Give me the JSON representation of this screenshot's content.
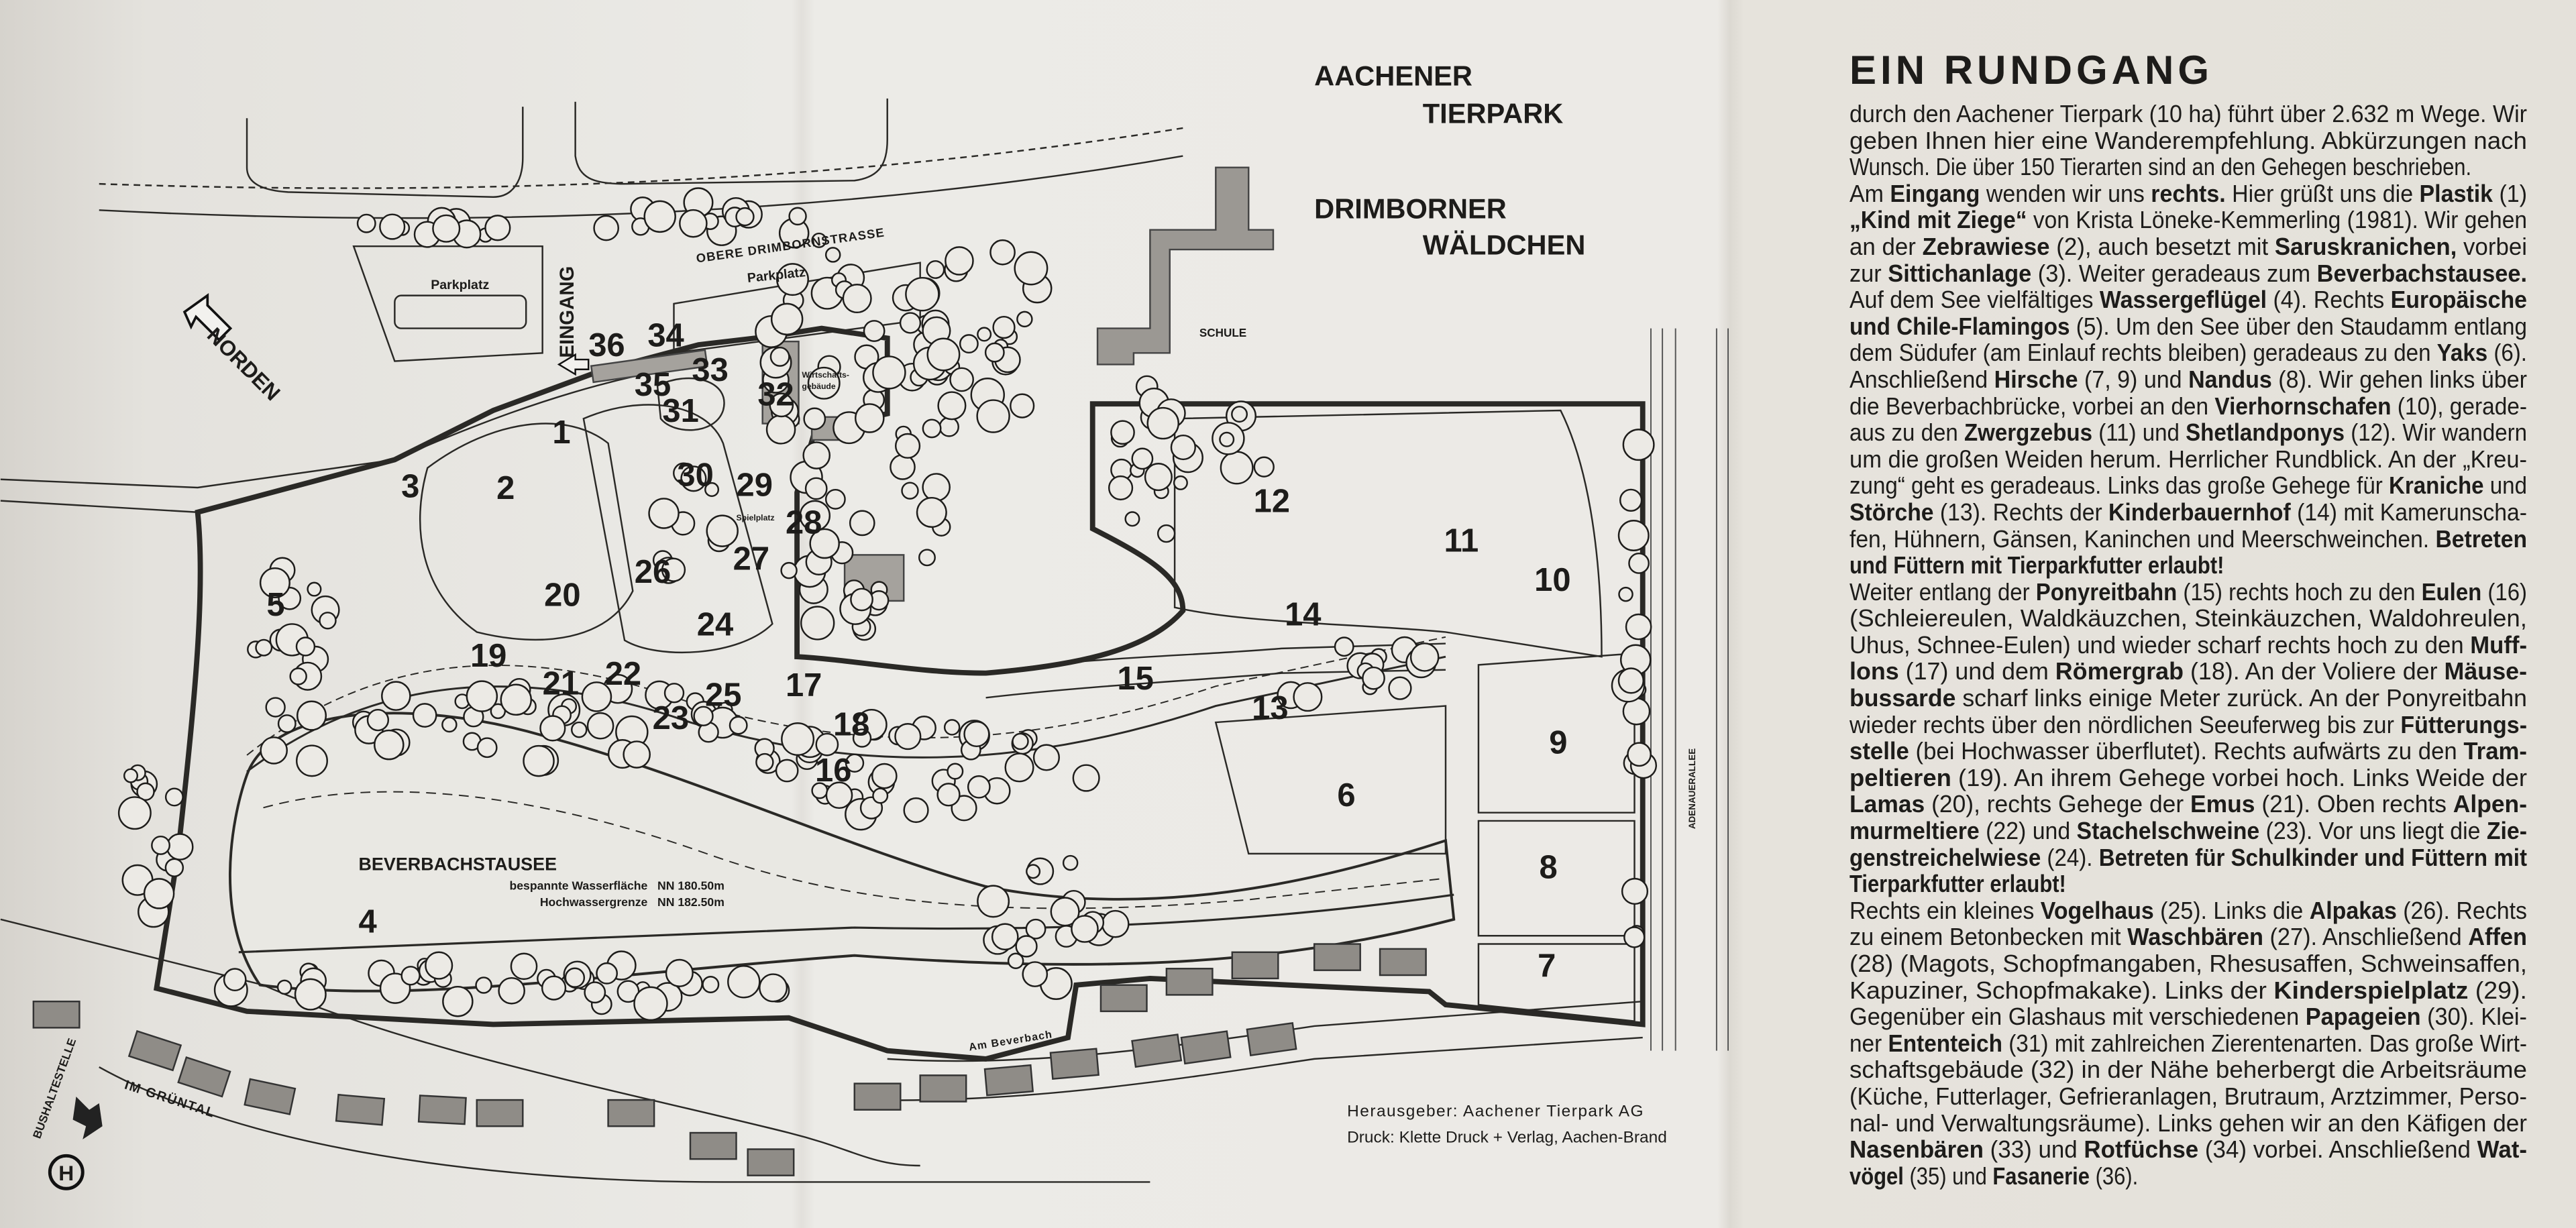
{
  "map": {
    "title": [
      "AACHENER",
      "TIERPARK"
    ],
    "subtitle": [
      "DRIMBORNER",
      "WÄLDCHEN"
    ],
    "north_label": "NORDEN",
    "entrance_label": "EINGANG",
    "streets": {
      "obere_drimbornstrasse": "OBERE DRIMBORNSTRASSE",
      "im_gruental": "IM GRÜNTAL",
      "am_beverbach": "Am Beverbach",
      "adenauerallee": "ADENAUERALLEE"
    },
    "places": {
      "parking_west": "Parkplatz",
      "parking_east": "Parkplatz",
      "school": "SCHULE",
      "service_building": [
        "Wirtschafts-",
        "gebäude"
      ],
      "playground": "Spielplatz",
      "bus_stop": "BUSHALTESTELLE",
      "bus_stop_symbol": "H"
    },
    "lake": {
      "name": "BEVERBACHSTAUSEE",
      "levels": [
        {
          "label": "bespannte Wasserfläche",
          "value": "NN 180.50m"
        },
        {
          "label": "Hochwassergrenze",
          "value": "NN 182.50m"
        }
      ]
    },
    "enclosure_numbers": [
      "1",
      "2",
      "3",
      "4",
      "5",
      "6",
      "7",
      "8",
      "9",
      "10",
      "11",
      "12",
      "13",
      "14",
      "15",
      "16",
      "17",
      "18",
      "19",
      "20",
      "21",
      "22",
      "23",
      "24",
      "25",
      "26",
      "27",
      "28",
      "29",
      "30",
      "31",
      "32",
      "33",
      "34",
      "35",
      "36"
    ],
    "credits": [
      "Herausgeber: Aachener Tierpark AG",
      "Druck: Klette Druck + Verlag, Aachen-Brand"
    ]
  },
  "rundgang": {
    "title": "EIN RUNDGANG",
    "paragraphs": [
      [
        [
          [
            "durch den Aachener Tierpark (10 ha) führt über 2.632 m Wege. Wir",
            0
          ]
        ],
        [
          [
            "geben Ihnen hier eine Wanderempfehlung. Abkürzungen nach",
            0
          ]
        ],
        [
          [
            "Wunsch. Die über 150 Tierarten sind an den Gehegen beschrieben.",
            0
          ]
        ]
      ],
      [
        [
          [
            "Am ",
            0
          ],
          [
            "Eingang",
            1
          ],
          [
            " wenden wir uns ",
            0
          ],
          [
            "rechts.",
            1
          ],
          [
            " Hier grüßt uns die ",
            0
          ],
          [
            "Plastik",
            1
          ],
          [
            " (1)",
            0
          ]
        ],
        [
          [
            "„Kind mit Ziege“",
            1
          ],
          [
            " von Krista Löneke-Kemmerling (1981). Wir gehen",
            0
          ]
        ],
        [
          [
            "an der ",
            0
          ],
          [
            "Zebrawiese",
            1
          ],
          [
            " (2), auch besetzt mit ",
            0
          ],
          [
            "Saruskranichen,",
            1
          ],
          [
            " vorbei",
            0
          ]
        ],
        [
          [
            "zur ",
            0
          ],
          [
            "Sittichanlage",
            1
          ],
          [
            " (3). Weiter geradeaus zum ",
            0
          ],
          [
            "Beverbachstausee.",
            1
          ]
        ],
        [
          [
            "Auf dem See vielfältiges ",
            0
          ],
          [
            "Wassergeflügel",
            1
          ],
          [
            " (4). Rechts ",
            0
          ],
          [
            "Europäische",
            1
          ]
        ],
        [
          [
            "und Chile-Flamingos",
            1
          ],
          [
            " (5). Um den See über den Staudamm entlang",
            0
          ]
        ],
        [
          [
            "dem Südufer (am Einlauf rechts bleiben) geradeaus zu den ",
            0
          ],
          [
            "Yaks",
            1
          ],
          [
            " (6).",
            0
          ]
        ],
        [
          [
            "Anschließend ",
            0
          ],
          [
            "Hirsche",
            1
          ],
          [
            " (7, 9) und ",
            0
          ],
          [
            "Nandus",
            1
          ],
          [
            " (8). Wir gehen links über",
            0
          ]
        ],
        [
          [
            "die Beverbachbrücke, vorbei an den ",
            0
          ],
          [
            "Vierhornschafen",
            1
          ],
          [
            " (10), gerade-",
            0
          ]
        ],
        [
          [
            "aus zu den ",
            0
          ],
          [
            "Zwergzebus",
            1
          ],
          [
            " (11) und ",
            0
          ],
          [
            "Shetlandponys",
            1
          ],
          [
            " (12). Wir wandern",
            0
          ]
        ],
        [
          [
            "um die großen Weiden herum. Herrlicher Rundblick. An der „Kreu-",
            0
          ]
        ],
        [
          [
            "zung“ geht es geradeaus. Links das große Gehege für ",
            0
          ],
          [
            "Kraniche",
            1
          ],
          [
            " und",
            0
          ]
        ],
        [
          [
            "Störche",
            1
          ],
          [
            " (13). Rechts der ",
            0
          ],
          [
            "Kinderbauernhof",
            1
          ],
          [
            " (14) mit Kamerunscha-",
            0
          ]
        ],
        [
          [
            "fen, Hühnern, Gänsen, Kaninchen und Meerschweinchen. ",
            0
          ],
          [
            "Betreten",
            1
          ]
        ],
        [
          [
            "und Füttern mit Tierparkfutter erlaubt!",
            1
          ]
        ]
      ],
      [
        [
          [
            "Weiter entlang der ",
            0
          ],
          [
            "Ponyreitbahn",
            1
          ],
          [
            " (15) rechts hoch zu den ",
            0
          ],
          [
            "Eulen",
            1
          ],
          [
            " (16)",
            0
          ]
        ],
        [
          [
            "(Schleiereulen, Waldkäuzchen, Steinkäuzchen, Waldohreulen,",
            0
          ]
        ],
        [
          [
            "Uhus, Schnee-Eulen) und wieder scharf rechts hoch zu den ",
            0
          ],
          [
            "Muff-",
            1
          ]
        ],
        [
          [
            "lons",
            1
          ],
          [
            " (17) und dem ",
            0
          ],
          [
            "Römergrab",
            1
          ],
          [
            " (18). An der Voliere der ",
            0
          ],
          [
            "Mäuse-",
            1
          ]
        ],
        [
          [
            "bussarde",
            1
          ],
          [
            " scharf links einige Meter zurück. An der Ponyreitbahn",
            0
          ]
        ],
        [
          [
            "wieder rechts über den nördlichen Seeuferweg bis zur ",
            0
          ],
          [
            "Fütterungs-",
            1
          ]
        ],
        [
          [
            "stelle",
            1
          ],
          [
            " (bei Hochwasser überflutet). Rechts aufwärts zu den ",
            0
          ],
          [
            "Tram-",
            1
          ]
        ],
        [
          [
            "peltieren",
            1
          ],
          [
            " (19). An ihrem Gehege vorbei hoch. Links Weide der",
            0
          ]
        ],
        [
          [
            "Lamas",
            1
          ],
          [
            " (20), rechts Gehege der ",
            0
          ],
          [
            "Emus",
            1
          ],
          [
            " (21). Oben rechts ",
            0
          ],
          [
            "Alpen-",
            1
          ]
        ],
        [
          [
            "murmeltiere",
            1
          ],
          [
            " (22) und ",
            0
          ],
          [
            "Stachelschweine",
            1
          ],
          [
            " (23). Vor uns liegt die ",
            0
          ],
          [
            "Zie-",
            1
          ]
        ],
        [
          [
            "genstreichelwiese",
            1
          ],
          [
            " (24). ",
            0
          ],
          [
            "Betreten für Schulkinder und Füttern mit",
            1
          ]
        ],
        [
          [
            "Tierparkfutter erlaubt!",
            1
          ]
        ]
      ],
      [
        [
          [
            "Rechts ein kleines ",
            0
          ],
          [
            "Vogelhaus",
            1
          ],
          [
            " (25). Links die ",
            0
          ],
          [
            "Alpakas",
            1
          ],
          [
            " (26). Rechts",
            0
          ]
        ],
        [
          [
            "zu einem Betonbecken mit ",
            0
          ],
          [
            "Waschbären",
            1
          ],
          [
            " (27). Anschließend ",
            0
          ],
          [
            "Affen",
            1
          ]
        ],
        [
          [
            "(28) (Magots, Schopfmangaben, Rhesusaffen, Schweinsaffen,",
            0
          ]
        ],
        [
          [
            "Kapuziner, Schopfmakake). Links der ",
            0
          ],
          [
            "Kinderspielplatz",
            1
          ],
          [
            " (29).",
            0
          ]
        ],
        [
          [
            "Gegenüber ein Glashaus mit verschiedenen ",
            0
          ],
          [
            "Papageien",
            1
          ],
          [
            " (30). Klei-",
            0
          ]
        ],
        [
          [
            "ner ",
            0
          ],
          [
            "Ententeich",
            1
          ],
          [
            " (31) mit zahlreichen Zierentenarten. Das große Wirt-",
            0
          ]
        ],
        [
          [
            "schaftsgebäude (32) in der Nähe beherbergt die Arbeitsräume",
            0
          ]
        ],
        [
          [
            "(Küche, Futterlager, Gefrieranlagen, Brutraum, Arztzimmer, Perso-",
            0
          ]
        ],
        [
          [
            "nal- und Verwaltungsräume). Links gehen wir an den Käfigen der",
            0
          ]
        ],
        [
          [
            "Nasenbären",
            1
          ],
          [
            " (33) und ",
            0
          ],
          [
            "Rotfüchse",
            1
          ],
          [
            " (34) vorbei. Anschließend ",
            0
          ],
          [
            "Wat-",
            1
          ]
        ],
        [
          [
            "vögel",
            1
          ],
          [
            " (35) und ",
            0
          ],
          [
            "Fasanerie",
            1
          ],
          [
            " (36).",
            0
          ]
        ]
      ]
    ]
  }
}
